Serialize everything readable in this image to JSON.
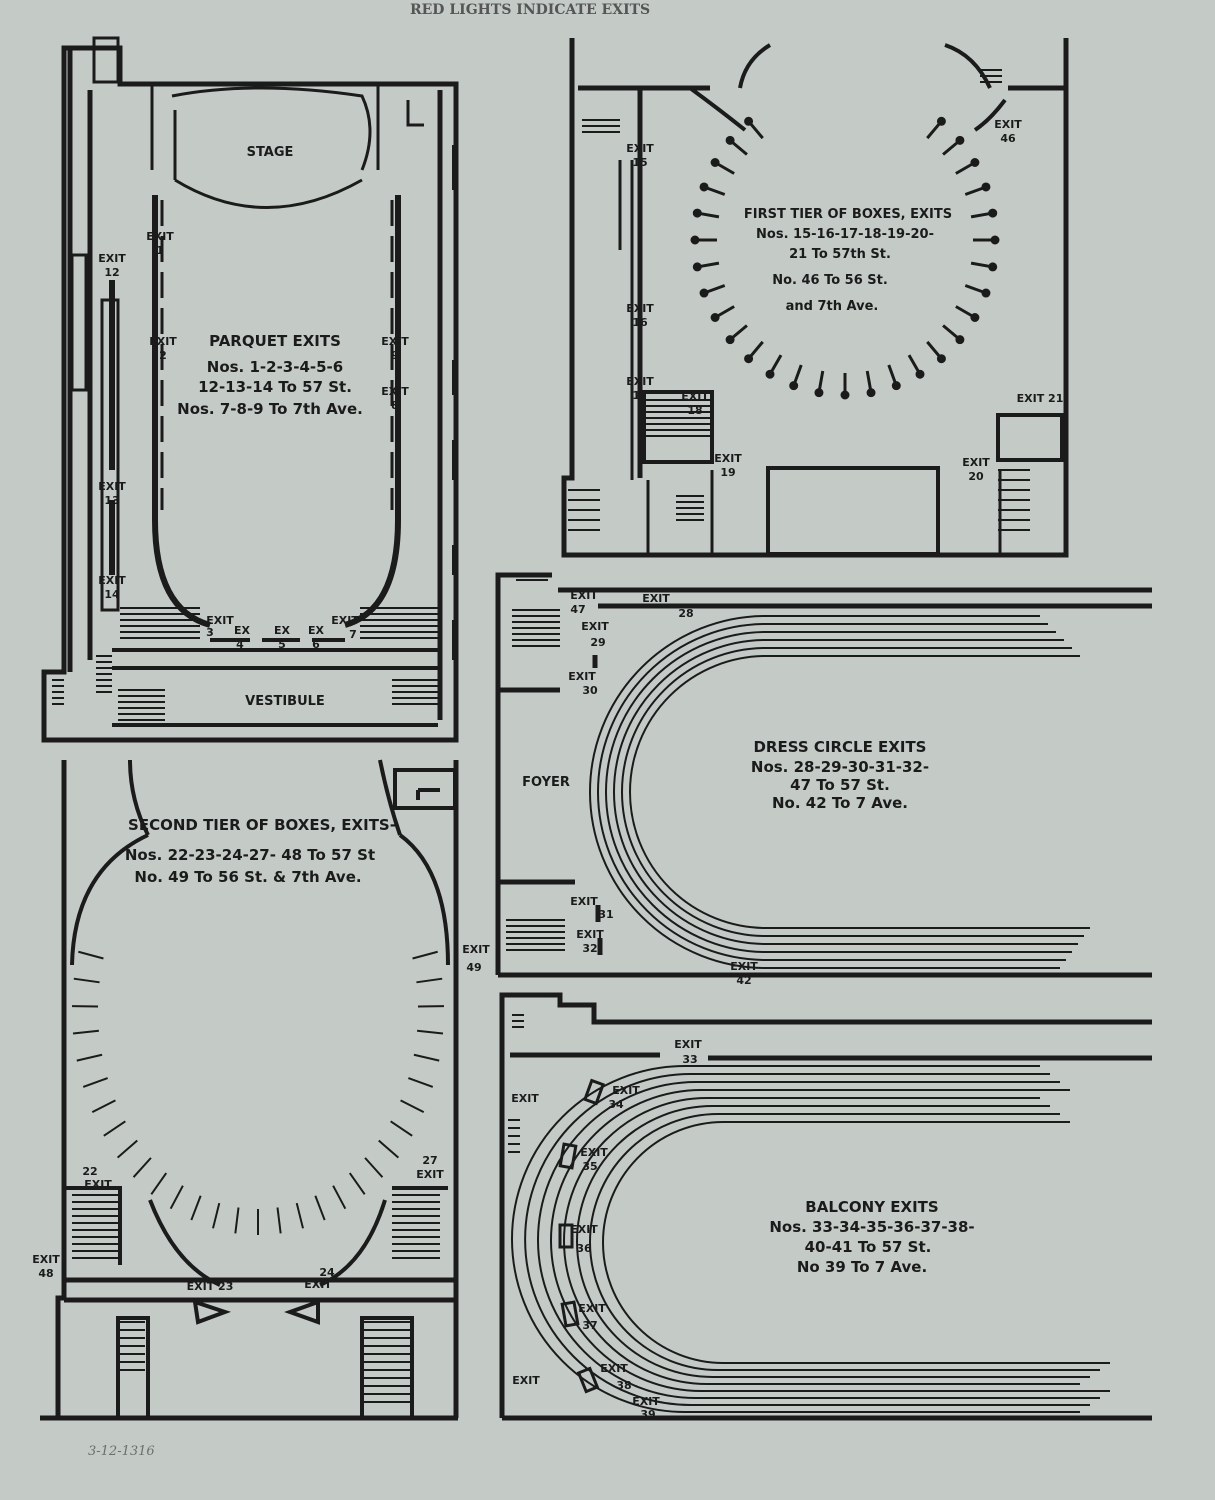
{
  "header": {
    "text": "RED LIGHTS INDICATE EXITS"
  },
  "handwritten_note": "3-12-1316",
  "parquet": {
    "stage": "STAGE",
    "vestibule": "VESTIBULE",
    "title": "PARQUET EXITS",
    "lines": [
      "Nos. 1-2-3-4-5-6",
      "12-13-14 To 57 St.",
      "Nos. 7-8-9 To 7th Ave."
    ],
    "exits": {
      "e1": [
        "EXIT",
        "1"
      ],
      "e2": [
        "EXIT",
        "2"
      ],
      "e9": [
        "EXIT",
        "9"
      ],
      "e8": [
        "EXIT",
        "8"
      ],
      "e12": [
        "EXIT",
        "12"
      ],
      "e13": [
        "EXIT",
        "13"
      ],
      "e14": [
        "EXIT",
        "14"
      ],
      "e3": [
        "EXIT",
        "3"
      ],
      "e4": [
        "EX",
        "4"
      ],
      "e5": [
        "EX",
        "5"
      ],
      "e6": [
        "EX",
        "6"
      ],
      "e7": [
        "EXIT",
        "7"
      ]
    }
  },
  "first_tier": {
    "title": "FIRST TIER OF BOXES, EXITS",
    "lines": [
      "Nos. 15-16-17-18-19-20-",
      "21 To 57th St.",
      "No. 46 To 56 St.",
      "and 7th Ave."
    ],
    "exits": {
      "e15": [
        "EXIT",
        "15"
      ],
      "e16": [
        "EXIT",
        "16"
      ],
      "e17": [
        "EXIT",
        "17"
      ],
      "e18": [
        "EXIT",
        "18"
      ],
      "e19": [
        "EXIT",
        "19"
      ],
      "e20": [
        "EXIT",
        "20"
      ],
      "e21": [
        "EXIT 21",
        ""
      ],
      "e46": [
        "EXIT",
        "46"
      ]
    }
  },
  "dress_circle": {
    "foyer": "FOYER",
    "title": "DRESS CIRCLE EXITS",
    "lines": [
      "Nos. 28-29-30-31-32-",
      "47 To 57 St.",
      "No. 42 To 7 Ave."
    ],
    "exits": {
      "e47": [
        "EXIT",
        "47"
      ],
      "e28": [
        "EXIT",
        "28"
      ],
      "e29": [
        "EXIT",
        "29"
      ],
      "e30": [
        "EXIT",
        "30"
      ],
      "e31": [
        "EXIT",
        "31"
      ],
      "e32": [
        "EXIT",
        "32"
      ],
      "e42": [
        "EXIT",
        "42"
      ]
    }
  },
  "second_tier": {
    "title": "SECOND TIER OF BOXES, EXITS-",
    "lines": [
      "Nos. 22-23-24-27- 48 To 57 St",
      "No. 49 To 56 St. & 7th Ave."
    ],
    "exits": {
      "e49": [
        "EXIT",
        "49"
      ],
      "e22": [
        "22",
        "EXIT"
      ],
      "e27": [
        "27",
        "EXIT"
      ],
      "e48": [
        "EXIT",
        "48"
      ],
      "e23": [
        "EXIT 23",
        ""
      ],
      "e24": [
        "24",
        "EXIT"
      ]
    }
  },
  "balcony": {
    "title": "BALCONY EXITS",
    "lines": [
      "Nos. 33-34-35-36-37-38-",
      "40-41 To 57 St.",
      "No 39 To 7 Ave."
    ],
    "exits": {
      "e33": [
        "EXIT",
        "33"
      ],
      "eA": [
        "EXIT",
        ""
      ],
      "e34": [
        "EXIT",
        "34"
      ],
      "e35": [
        "EXIT",
        "35"
      ],
      "e36": [
        "EXIT",
        "36"
      ],
      "e37": [
        "EXIT",
        "37"
      ],
      "e38": [
        "EXIT",
        "38"
      ],
      "e39": [
        "EXIT",
        "39"
      ],
      "eB": [
        "EXIT",
        ""
      ]
    }
  }
}
